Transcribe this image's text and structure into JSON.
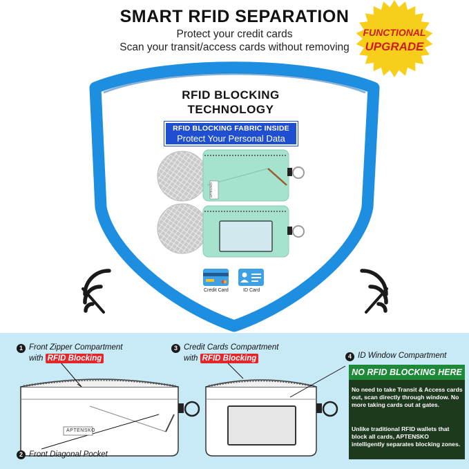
{
  "header": {
    "title": "SMART RFID SEPARATION",
    "subtitle_1": "Protect your credit cards",
    "subtitle_2": "Scan your transit/access cards without removing"
  },
  "badge": {
    "line_1": "FUNCTIONAL",
    "line_2": "UPGRADE",
    "fill_color": "#f7cf1a",
    "text_color": "#d01b1b"
  },
  "shield": {
    "title_line_1": "RFID BLOCKING",
    "title_line_2": "TECHNOLOGY",
    "fabric_line_1": "RFID BLOCKING FABRIC INSIDE",
    "fabric_line_2": "Protect Your Personal Data",
    "brand_label": "APTENSKO",
    "card_1_label": "Credit Card",
    "card_2_label": "ID Card",
    "border_color": "#1e8fe0",
    "wallet_color": "#a6e3cf"
  },
  "compartments": {
    "front_zipper": {
      "number": "1",
      "line_1": "Front Zipper Compartment",
      "line_2_prefix": "with",
      "tag": "RFID Blocking"
    },
    "credit_cards": {
      "number": "3",
      "line_1": "Credit Cards Compartment",
      "line_2_prefix": "with",
      "tag": "RFID Blocking"
    },
    "id_window": {
      "number": "4",
      "label": "ID Window Compartment"
    },
    "diagonal": {
      "number": "2",
      "label": "Front Diagonal Pocket"
    },
    "brand_label": "APTENSKO"
  },
  "notice": {
    "heading": "NO RFID BLOCKING HERE",
    "paragraph_1": "No need to take Transit & Access cards out, scan directly through window. No more taking cards out at gates.",
    "paragraph_2": "Unlike traditional RFID wallets that block all cards, APTENSKO intelligently separates blocking zones."
  },
  "colors": {
    "panel_bg": "#c8e9f6",
    "tag_red": "#e3262a",
    "fabric_blue": "#1f4fd0",
    "notice_green": "#1d8a3a"
  }
}
